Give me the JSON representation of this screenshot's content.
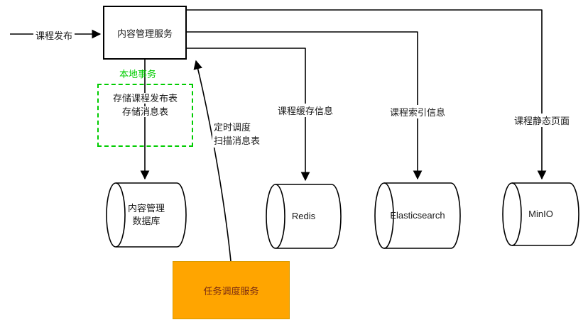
{
  "diagram": {
    "source_arrow_label": "课程发布",
    "cms_service": "内容管理服务",
    "local_transaction": {
      "title": "本地事务",
      "line1": "存储课程发布表",
      "line2": "存储消息表"
    },
    "scheduler_edge": {
      "line1": "定时调度",
      "line2": "扫描消息表"
    },
    "edges": {
      "redis_label": "课程缓存信息",
      "es_label": "课程索引信息",
      "minio_label": "课程静态页面"
    },
    "nodes": {
      "database_line1": "内容管理",
      "database_line2": "数据库",
      "redis": "Redis",
      "elasticsearch": "Elasticsearch",
      "minio": "MinIO",
      "task_scheduler": "任务调度服务"
    },
    "colors": {
      "stroke": "#000000",
      "transaction_green": "#00cc00",
      "task_fill": "#ffa500",
      "task_border": "#d79b00",
      "task_text": "#7b2d12"
    }
  }
}
